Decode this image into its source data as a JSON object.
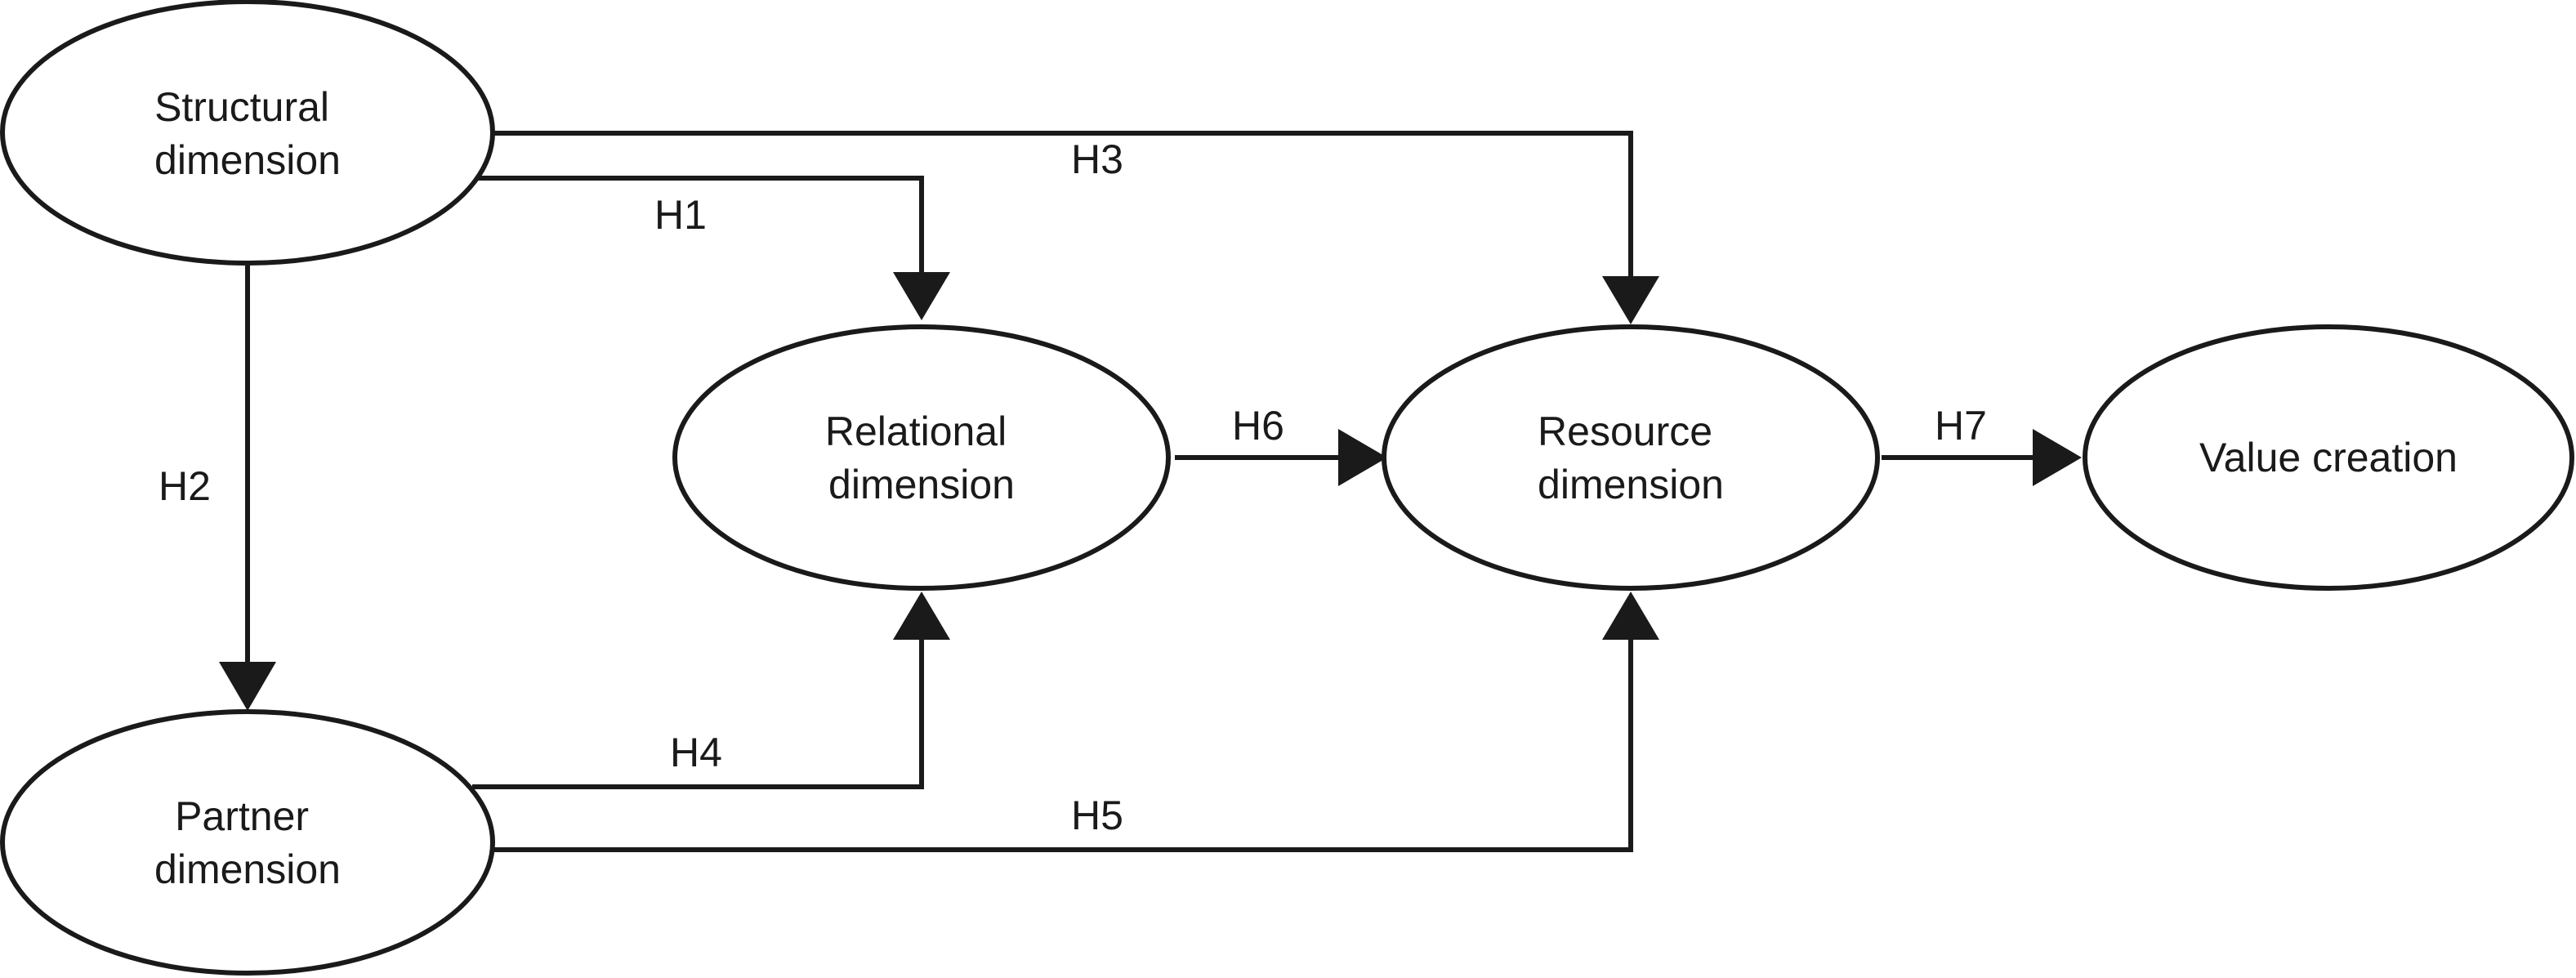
{
  "nodes": {
    "structural": {
      "lines": [
        "Structural",
        "dimension"
      ]
    },
    "partner": {
      "lines": [
        "Partner",
        "dimension"
      ]
    },
    "relational": {
      "lines": [
        "Relational",
        "dimension"
      ]
    },
    "resource": {
      "lines": [
        "Resource",
        "dimension"
      ]
    },
    "value": {
      "lines": [
        "Value creation"
      ]
    }
  },
  "edges": {
    "h1": {
      "label": "H1",
      "from": "structural",
      "to": "relational"
    },
    "h2": {
      "label": "H2",
      "from": "structural",
      "to": "partner"
    },
    "h3": {
      "label": "H3",
      "from": "structural",
      "to": "resource"
    },
    "h4": {
      "label": "H4",
      "from": "partner",
      "to": "relational"
    },
    "h5": {
      "label": "H5",
      "from": "partner",
      "to": "resource"
    },
    "h6": {
      "label": "H6",
      "from": "relational",
      "to": "resource"
    },
    "h7": {
      "label": "H7",
      "from": "resource",
      "to": "value"
    }
  },
  "colors": {
    "stroke": "#1a1a1a",
    "fill": "#ffffff",
    "background": "#ffffff"
  }
}
